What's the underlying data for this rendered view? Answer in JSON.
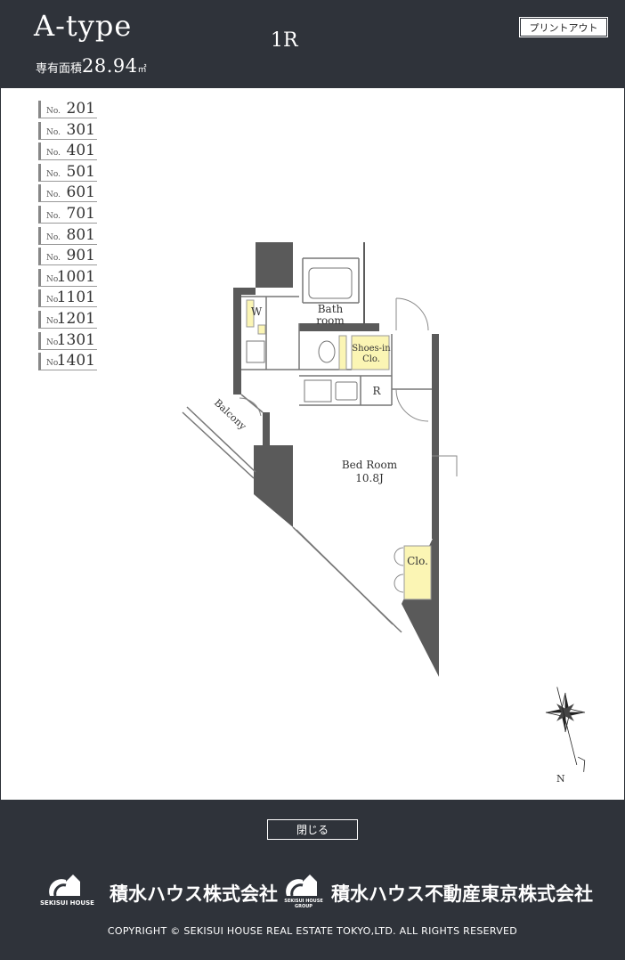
{
  "header": {
    "type_title": "A-type",
    "area_label": "専有面積",
    "area_value": "28.94",
    "area_unit": "㎡",
    "layout_type": "1R",
    "print_button": "プリントアウト"
  },
  "room_list": {
    "no_label": "No.",
    "items": [
      "201",
      "301",
      "401",
      "501",
      "601",
      "701",
      "801",
      "901",
      "1001",
      "1101",
      "1201",
      "1301",
      "1401"
    ]
  },
  "floor_plan": {
    "bath_label_1": "Bath",
    "bath_label_2": "room",
    "w_label": "W",
    "shoes_label_1": "Shoes-in",
    "shoes_label_2": "Clo.",
    "r_label": "R",
    "balcony_label": "Balcony",
    "bedroom_label": "Bed Room",
    "bedroom_size": "10.8J",
    "clo_label": "Clo.",
    "compass_label": "N"
  },
  "footer": {
    "close_button": "閉じる",
    "logo1_brand": "SEKISUI HOUSE",
    "logo1_name": "積水ハウス株式会社",
    "logo2_brand": "SEKISUI HOUSE GROUP",
    "logo2_name": "積水ハウス不動産東京株式会社",
    "copyright": "COPYRIGHT © SEKISUI HOUSE REAL ESTATE TOKYO,LTD. ALL RIGHTS RESERVED"
  },
  "colors": {
    "header_bg": "#2f333a",
    "wall": "#5a5a5a",
    "storage_fill": "#fbf5b4"
  }
}
